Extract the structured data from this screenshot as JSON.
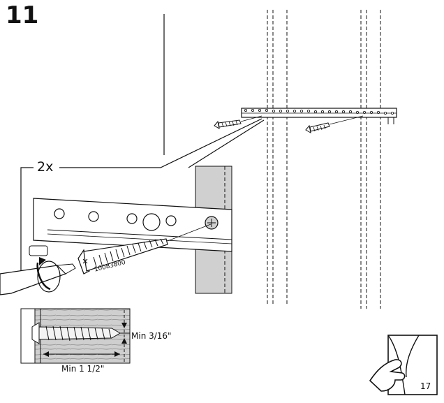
{
  "page": {
    "step_number": "11",
    "page_number": "17"
  },
  "detail": {
    "quantity": "2x",
    "part_number": "10083800"
  },
  "dimensions": {
    "min_depth": "Min 3/16\"",
    "min_length": "Min 1 1/2\""
  },
  "icons": {
    "detail_view": "zoom-callout-icon",
    "rotation": "clockwise-rotation-icon",
    "turn_page": "turn-page-hand-icon"
  }
}
